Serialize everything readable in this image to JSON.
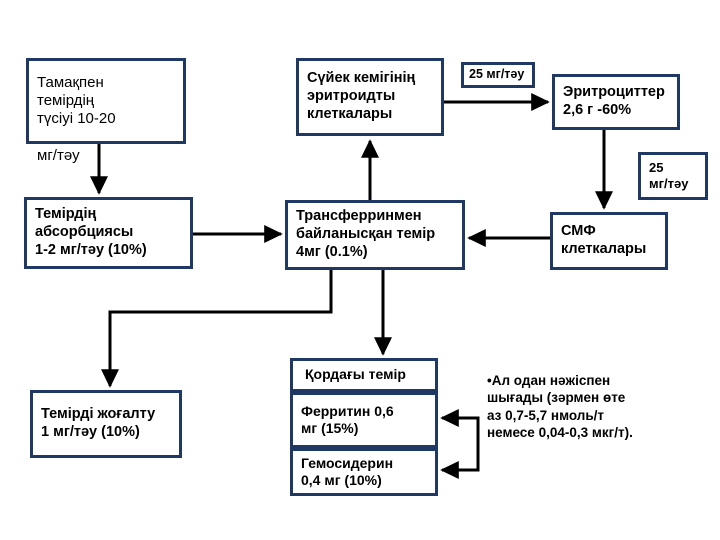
{
  "diagram": {
    "title": "Iron metabolism flowchart (Kazakh)",
    "colors": {
      "border": "#1F3864",
      "arrow": "#000000",
      "background": "#ffffff",
      "text": "#000000"
    },
    "nodes": {
      "intake": {
        "name": "dietary-iron-intake",
        "lines": [
          "Тамақпен",
          "темірдің",
          "түсіуі 10-20"
        ],
        "overflow_line": "мг/тәу"
      },
      "absorption": {
        "name": "iron-absorption",
        "lines": [
          "Темірдің",
          "абсорбциясы",
          "1-2 мг/тәу (10%)"
        ]
      },
      "loss": {
        "name": "iron-loss",
        "lines": [
          "Темірді жоғалту",
          "1 мг/тәу (10%)"
        ]
      },
      "marrow": {
        "name": "bone-marrow-erythroid-cells",
        "lines": [
          "Сүйек кемігінің",
          "эритроидты",
          "клеткалары"
        ]
      },
      "transferrin": {
        "name": "transferrin-bound-iron",
        "lines": [
          "Трансферринмен",
          "байланысқан темір",
          "4мг (0.1%)"
        ]
      },
      "label25a": {
        "name": "flux-label-marrow-to-erythrocytes",
        "lines": [
          "25 мг/тәу"
        ]
      },
      "erythrocytes": {
        "name": "erythrocytes",
        "lines": [
          "Эритроциттер",
          "2,6 г -60%"
        ]
      },
      "label25b": {
        "name": "flux-label-erythrocytes-to-smf",
        "lines": [
          "25",
          "мг/тәу"
        ]
      },
      "smf": {
        "name": "smf-cells",
        "lines": [
          "СМФ",
          "клеткалары"
        ]
      },
      "store": {
        "name": "iron-store-header",
        "lines": [
          "Қордағы темір"
        ]
      },
      "ferritin": {
        "name": "ferritin",
        "lines": [
          "Ферритин 0,6",
          "мг (15%)"
        ]
      },
      "hemosiderin": {
        "name": "hemosiderin",
        "lines": [
          "Гемосидерин",
          "0,4 мг (10%)"
        ]
      }
    },
    "note": {
      "name": "excretion-note",
      "lines": [
        "•Ал одан нәжіспен",
        "шығады (зәрмен өте",
        "аз 0,7-5,7 нмоль/т",
        "немесе 0,04-0,3 мкг/т)."
      ]
    }
  }
}
